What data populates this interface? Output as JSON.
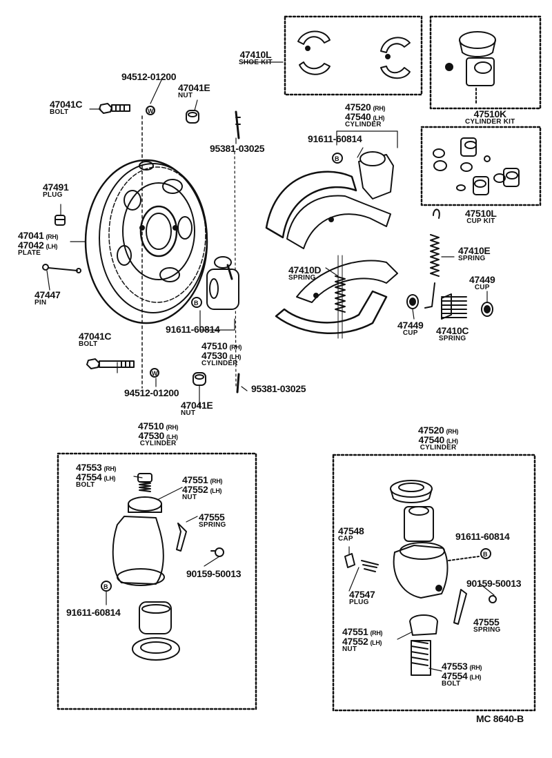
{
  "diagram": {
    "code": "MC 8640-B",
    "labels": {
      "shoe_kit_pn": "47410L",
      "shoe_kit_name": "SHOE KIT",
      "cyl_kit_pn": "47510K",
      "cyl_kit_name": "CYLINDER KIT",
      "cup_kit_pn": "47510L",
      "cup_kit_name": "CUP KIT",
      "washer_top_pn": "94512-01200",
      "bolt_top_pn": "47041C",
      "bolt_top_name": "BOLT",
      "nut_top_pn": "47041E",
      "nut_top_name": "NUT",
      "pin_top_pn": "95381-03025",
      "plug_pn": "47491",
      "plug_name": "PLUG",
      "plate_rh_pn": "47041",
      "plate_lh_pn": "47042",
      "rh": "(RH)",
      "lh": "(LH)",
      "plate_name": "PLATE",
      "pin_pn": "47447",
      "pin_name": "PIN",
      "bleeder_left_pn": "91611-60814",
      "bolt_bot_pn": "47041C",
      "bolt_bot_name": "BOLT",
      "washer_bot_pn": "94512-01200",
      "nut_bot_pn": "47041E",
      "nut_bot_name": "NUT",
      "pin_bot_pn": "95381-03025",
      "cyl_front_rh_pn": "47510",
      "cyl_front_lh_pn": "47530",
      "cylinder_name": "CYLINDER",
      "cyl_rear_rh_pn": "47520",
      "cyl_rear_lh_pn": "47540",
      "bleeder_mid_pn": "91611-60814",
      "spring_d_pn": "47410D",
      "spring_name": "SPRING",
      "spring_e_pn": "47410E",
      "cup_right_pn": "47449",
      "cup_name": "CUP",
      "cup_mid_pn": "47449",
      "spring_c_pn": "47410C",
      "bolt_rh_pn": "47553",
      "bolt_lh_pn": "47554",
      "bolt_name": "BOLT",
      "nut_rh_pn": "47551",
      "nut_lh_pn": "47552",
      "nut_name": "NUT",
      "spring_555_pn": "47555",
      "valve_pn": "90159-50013",
      "cap_pn": "47548",
      "cap_name": "CAP",
      "plug547_pn": "47547",
      "plug547_name": "PLUG"
    }
  }
}
